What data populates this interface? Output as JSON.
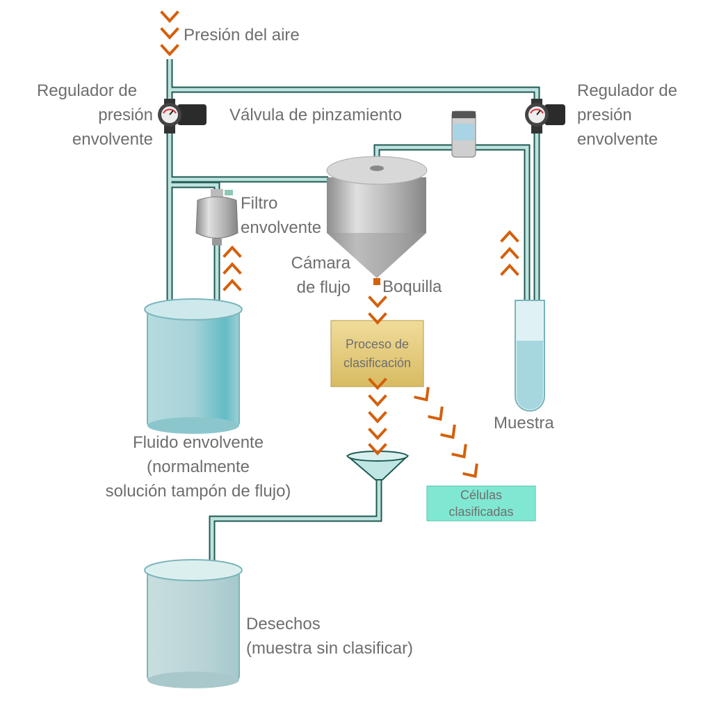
{
  "labels": {
    "air_pressure": "Presión del aire",
    "regulator_left": [
      "Regulador de",
      "presión",
      "envolvente"
    ],
    "regulator_right": [
      "Regulador de",
      "presión",
      "envolvente"
    ],
    "pinch_valve": "Válvula de pinzamiento",
    "sheath_filter": [
      "Filtro",
      "envolvente"
    ],
    "flow_chamber": [
      "Cámara",
      "de flujo"
    ],
    "nozzle": "Boquilla",
    "sample": "Muestra",
    "sheath_fluid": [
      "Fluido envolvente",
      "(normalmente",
      "solución tampón de flujo)"
    ],
    "sorting_process": [
      "Proceso de",
      "clasificación"
    ],
    "sorted_cells": [
      "Células",
      "clasificadas"
    ],
    "waste": [
      "Desechos",
      "(muestra sin clasificar)"
    ]
  },
  "colors": {
    "arrow": "#d4600c",
    "tube": "#b9dfdc",
    "tube_outline": "#1e5a52",
    "text": "#6e6e6e",
    "sorting_box": "#e2c97a",
    "sorted_box": "#7fe6cf"
  }
}
